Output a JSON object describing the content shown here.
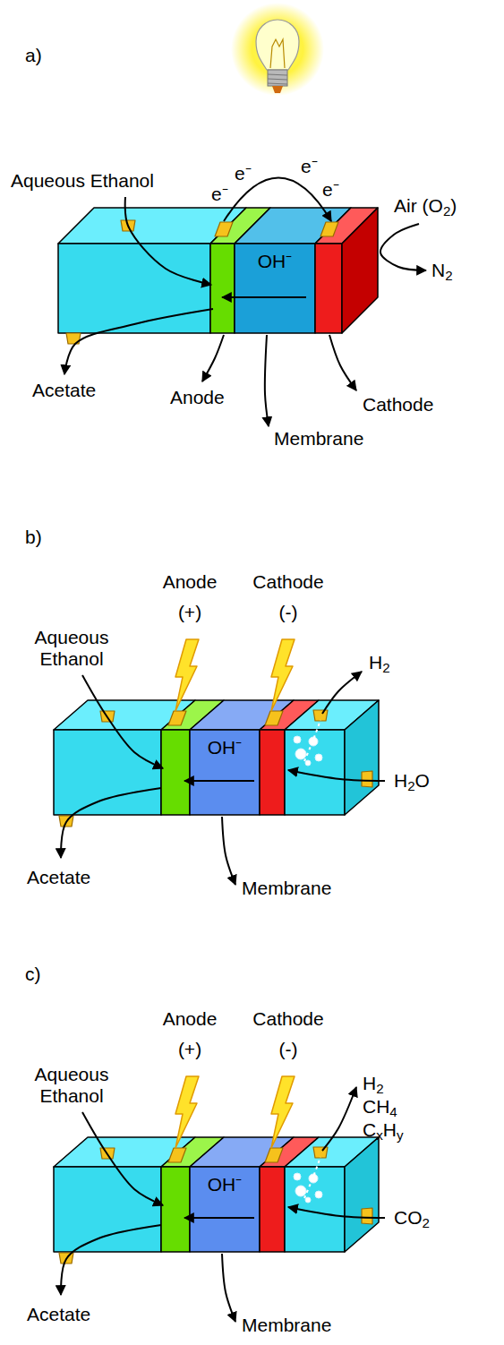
{
  "diagram": {
    "nodes": [
      {
        "text": [
          "OH⁻"
        ]
      },
      {
        "text": [
          "OH⁻"
        ]
      },
      {
        "text": [
          "OH⁻"
        ]
      }
    ],
    "labels": [
      "a)",
      "Aqueous Ethanol",
      "e⁻",
      "e⁻",
      "e⁻",
      "e⁻",
      "Air (O2)",
      "N2",
      "Acetate",
      "Anode",
      "Membrane",
      "Cathode",
      "b)",
      "Anode",
      "(+)",
      "Cathode",
      "(-)",
      "Aqueous Ethanol",
      "H2",
      "H2O",
      "Acetate",
      "Membrane",
      "c)",
      "Anode",
      "(+)",
      "Cathode",
      "(-)",
      "Aqueous Ethanol",
      "H2",
      "CH4",
      "CxHy",
      "CO2",
      "Acetate",
      "Membrane"
    ]
  }
}
